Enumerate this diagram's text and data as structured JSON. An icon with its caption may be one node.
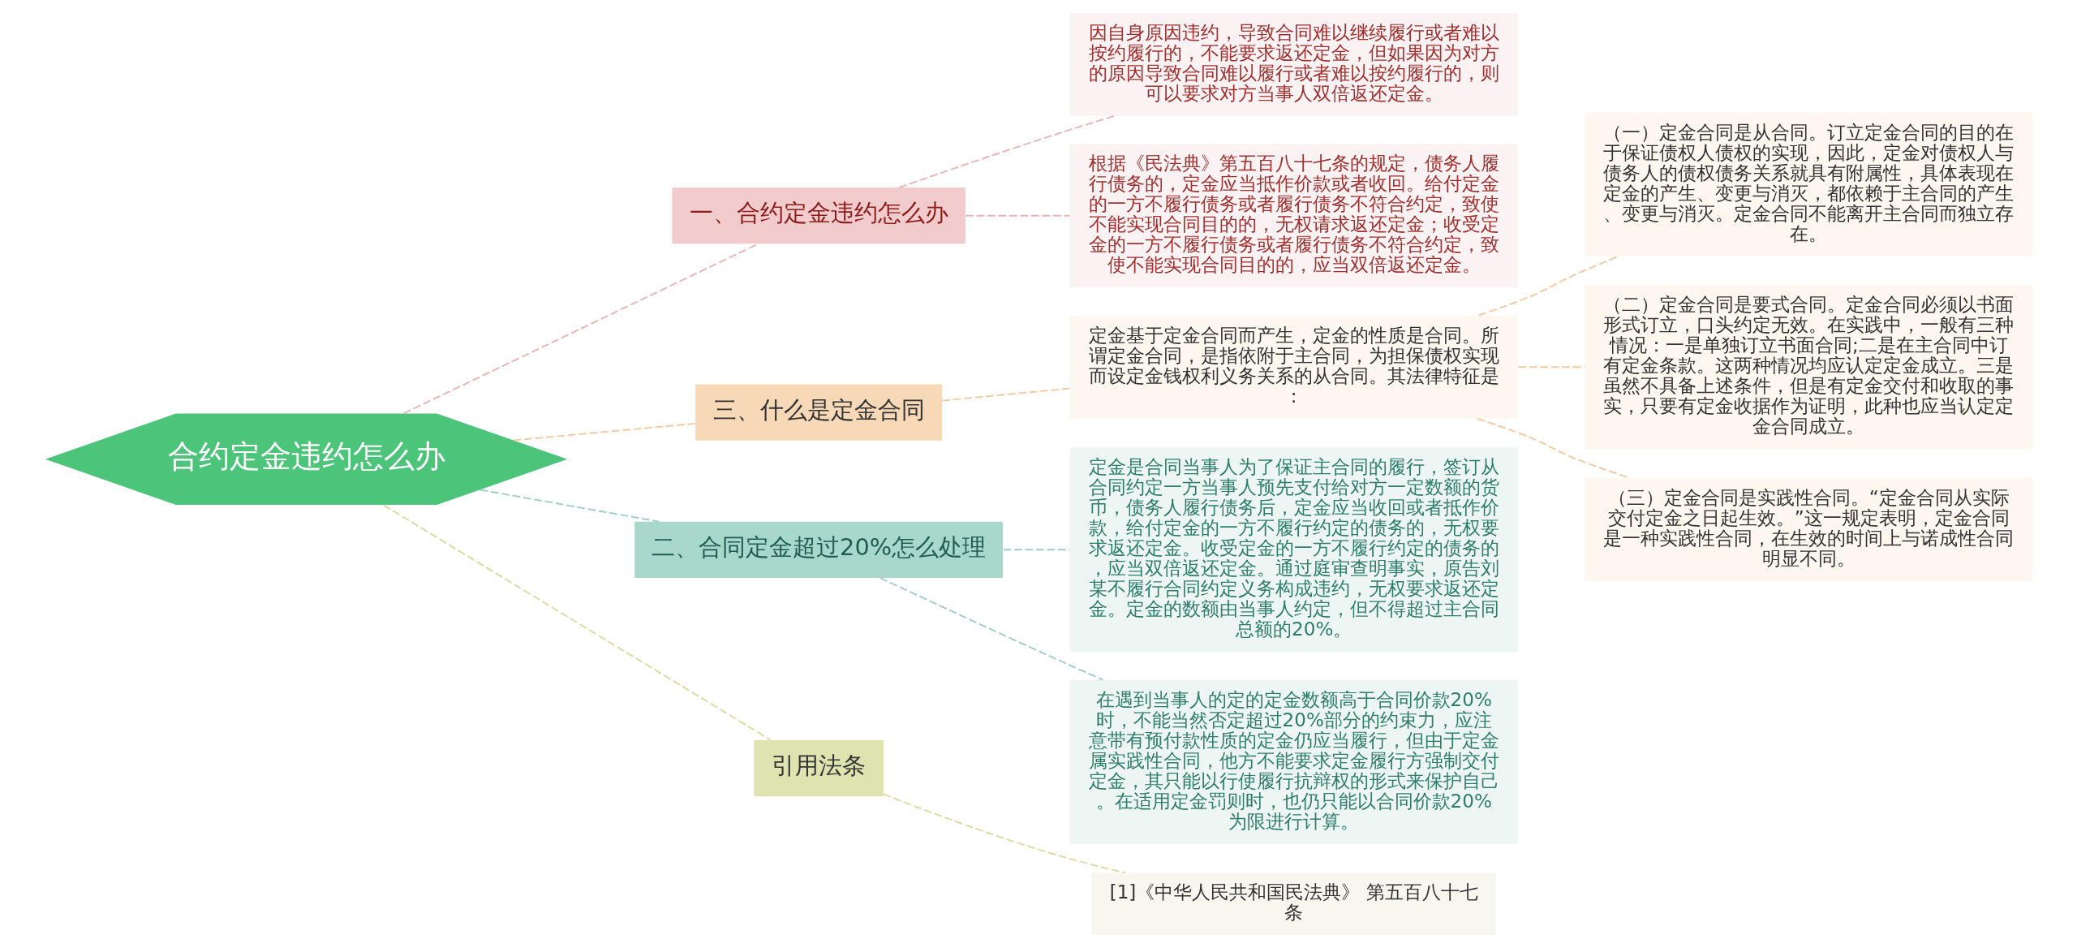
{
  "diagram": {
    "nodes": [
      {
        "text": [
          "合约定金违约怎么办"
        ]
      },
      {
        "text": [
          "一、合约定金违约怎么办"
        ]
      },
      {
        "text": [
          "因自身原因违约，导致合同难以继续履行或者难以按约履行的，不能要求返还定金，但如果因为对方的原因导致合同难以履行或者难以按约履行的，则可以要求对方当事人双倍返还定金。"
        ]
      },
      {
        "text": [
          "根据《民法典》第五百八十七条的规定，债务人履行债务的，定金应当抵作价款或者收回。给付定金的一方不履行债务或者履行债务不符合约定，致使不能实现合同目的的，无权请求返还定金；收受定金的一方不履行债务或者履行债务不符合约定，致使不能实现合同目的的，应当双倍返还定金。"
        ]
      },
      {
        "text": [
          "三、什么是定金合同"
        ]
      },
      {
        "text": [
          "定金基于定金合同而产生，定金的性质是合同。所谓定金合同，是指依附于主合同，为担保债权实现而设定金钱权利义务关系的从合同。其法律特征是:"
        ]
      },
      {
        "text": [
          "（一）定金合同是从合同。订立定金合同的目的在于保证债权人债权的实现，因此，定金对债权人与债务人的债权债务关系就具有附属性，具体表现在定金的产生、变更与消灭，都依赖于主合同的产生、变更与消灭。定金合同不能离开主合同而独立存在。"
        ]
      },
      {
        "text": [
          "（二）定金合同是要式合同。定金合同必须以书面形式订立，口头约定无效。在实践中，一般有三种情况：一是单独订立书面合同;二是在主合同中订有定金条款。这两种情况均应认定定金成立。三是虽然不具备上述条件，但是有定金交付和收取的事实，只要有定金收据作为证明，此种也应当认定定金合同成立。"
        ]
      },
      {
        "text": [
          "（三）定金合同是实践性合同。“定金合同从实际交付定金之日起生效。”这一规定表明，定金合同是一种实践性合同，在生效的时间上与诺成性合同明显不同。"
        ]
      },
      {
        "text": [
          "二、合同定金超过20%怎么处理"
        ]
      },
      {
        "text": [
          "定金是合同当事人为了保证主合同的履行，签订从合同约定一方当事人预先支付给对方一定数额的货币，债务人履行债务后，定金应当收回或者抵作价款，给付定金的一方不履行约定的债务的，无权要求返还定金。收受定金的一方不履行约定的债务的，应当双倍返还定金。通过庭审查明事实，原告刘某不履行合同约定义务构成违约，无权要求返还定金。定金的数额由当事人约定，但不得超过主合同总额的20%。"
        ]
      },
      {
        "text": [
          "在遇到当事人的定的定金数额高于合同价款20%时，不能当然否定超过20%部分的约束力，应注意带有预付款性质的定金仍应当履行，但由于定金属实践性合同，他方不能要求定金履行方强制交付定金，其只能以行使履行抗辩权的形式来保护自己。在适用定金罚则时，也仍只能以合同价款20%为限进行计算。"
        ]
      },
      {
        "text": [
          "引用法条"
        ]
      },
      {
        "text": [
          "[1]《中华人民共和国民法典》 第五百八十七条"
        ]
      }
    ],
    "edges": [
      {
        "from": 0,
        "to": 1,
        "arrow": "none",
        "style": "dashed",
        "color": "#e8b4b4"
      },
      {
        "from": 1,
        "to": 2,
        "arrow": "none",
        "style": "dashed",
        "color": "#e8b4b4"
      },
      {
        "from": 1,
        "to": 3,
        "arrow": "none",
        "style": "dashed",
        "color": "#e8b4b4"
      },
      {
        "from": 0,
        "to": 4,
        "arrow": "none",
        "style": "dashed",
        "color": "#f2c9a0"
      },
      {
        "from": 4,
        "to": 5,
        "arrow": "none",
        "style": "dashed",
        "color": "#f2c9a0"
      },
      {
        "from": 5,
        "to": 6,
        "arrow": "none",
        "style": "dashed",
        "color": "#f2c9a0"
      },
      {
        "from": 5,
        "to": 7,
        "arrow": "none",
        "style": "dashed",
        "color": "#f2c9a0"
      },
      {
        "from": 5,
        "to": 8,
        "arrow": "none",
        "style": "dashed",
        "color": "#f2c9a0"
      },
      {
        "from": 0,
        "to": 9,
        "arrow": "none",
        "style": "dashed",
        "color": "#9fcfc4"
      },
      {
        "from": 9,
        "to": 10,
        "arrow": "none",
        "style": "dashed",
        "color": "#9fcfc4"
      },
      {
        "from": 9,
        "to": 11,
        "arrow": "none",
        "style": "dashed",
        "color": "#9fcfc4"
      },
      {
        "from": 0,
        "to": 12,
        "arrow": "none",
        "style": "dashed",
        "color": "#d8dca0"
      },
      {
        "from": 12,
        "to": 13,
        "arrow": "none",
        "style": "dashed",
        "color": "#d8dca0"
      }
    ]
  }
}
